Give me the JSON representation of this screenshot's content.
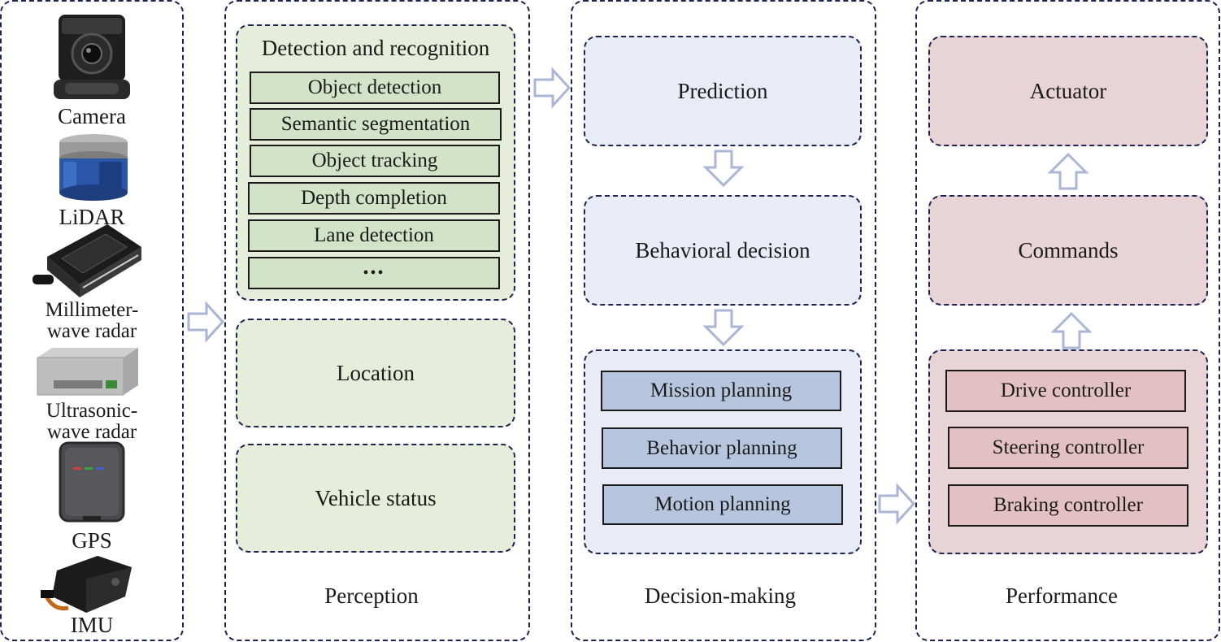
{
  "sensors": {
    "camera": "Camera",
    "lidar": "LiDAR",
    "mmwave_1": "Millimeter-",
    "mmwave_2": "wave radar",
    "ultrasonic_1": "Ultrasonic-",
    "ultrasonic_2": "wave radar",
    "gps": "GPS",
    "imu": "IMU"
  },
  "perception": {
    "title": "Perception",
    "detection_title": "Detection and recognition",
    "items": [
      "Object detection",
      "Semantic segmentation",
      "Object tracking",
      "Depth completion",
      "Lane  detection",
      "•••"
    ],
    "location": "Location",
    "vehicle_status": "Vehicle status"
  },
  "decision": {
    "title": "Decision-making",
    "prediction": "Prediction",
    "behavioral_decision": "Behavioral decision",
    "planning": [
      "Mission planning",
      "Behavior planning",
      "Motion planning"
    ]
  },
  "performance": {
    "title": "Performance",
    "actuator": "Actuator",
    "commands": "Commands",
    "controllers": [
      "Drive controller",
      "Steering controller",
      "Braking controller"
    ]
  },
  "colors": {
    "border": "#1d2450",
    "arrow": "#a9b6d4",
    "green_panel": "#e6eedb",
    "green_box": "#d3e3c8",
    "blue_panel": "#e9ecf7",
    "blue_box": "#b6c6de",
    "pink_panel": "#e8d3d6",
    "pink_box": "#e3c0c4"
  }
}
